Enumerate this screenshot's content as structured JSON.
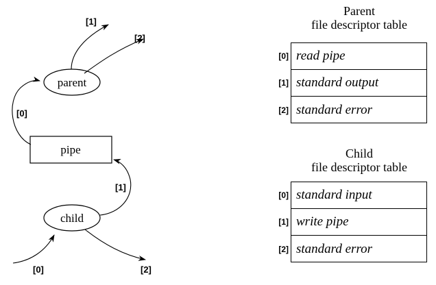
{
  "diagram": {
    "nodes": {
      "parent": "parent",
      "pipe": "pipe",
      "child": "child"
    },
    "edge_labels": {
      "parent_stdout": "[1]",
      "parent_stderr": "[2]",
      "parent_read_pipe": "[0]",
      "child_write_pipe": "[1]",
      "child_stdin": "[0]",
      "child_stderr": "[2]"
    }
  },
  "parent_table": {
    "title_line1": "Parent",
    "title_line2": "file descriptor table",
    "rows": [
      {
        "index": "[0]",
        "value": "read pipe"
      },
      {
        "index": "[1]",
        "value": "standard output"
      },
      {
        "index": "[2]",
        "value": "standard error"
      }
    ]
  },
  "child_table": {
    "title_line1": "Child",
    "title_line2": "file descriptor table",
    "rows": [
      {
        "index": "[0]",
        "value": "standard input"
      },
      {
        "index": "[1]",
        "value": "write pipe"
      },
      {
        "index": "[2]",
        "value": "standard error"
      }
    ]
  },
  "colors": {
    "stroke": "#000000",
    "background": "#ffffff",
    "text": "#000000"
  }
}
